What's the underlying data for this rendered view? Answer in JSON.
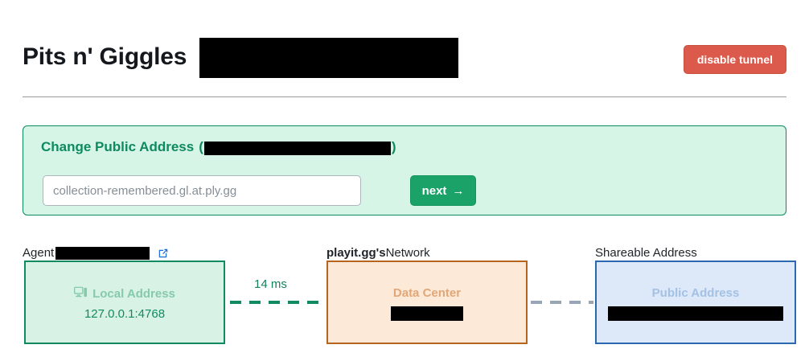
{
  "header": {
    "title": "Pits n' Giggles",
    "title_redacted": true,
    "disable_tunnel_label": "disable tunnel",
    "disable_tunnel_color": "#db5a4b"
  },
  "change_panel": {
    "heading": "Change Public Address",
    "open_paren": "(",
    "close_paren": ")",
    "address_redacted": true,
    "input_placeholder": "collection-remembered.gl.at.ply.gg",
    "input_value": "",
    "next_label": "next",
    "next_arrow": "→",
    "accent_color": "#0f8a5f",
    "background_color": "#d6f5e6"
  },
  "diagram": {
    "nodes": [
      {
        "label": "Agent",
        "label_redacted": true,
        "has_external_link": true,
        "external_link_icon": "external-link-icon",
        "title": "Local Address",
        "title_icon": "desktop-computer-icon",
        "value": "127.0.0.1:4768",
        "value_redacted": false,
        "border_color": "#108a5f",
        "background_color": "#d8f3e5"
      },
      {
        "label_bold": "playit.gg's",
        "label": " Network",
        "label_redacted": false,
        "has_external_link": false,
        "title": "Data Center",
        "title_icon": null,
        "value": "",
        "value_redacted": true,
        "border_color": "#b5651d",
        "background_color": "#fce9d7"
      },
      {
        "label": "Shareable Address",
        "label_redacted": false,
        "has_external_link": false,
        "title": "Public Address",
        "title_icon": null,
        "value": "",
        "value_redacted": true,
        "border_color": "#2a69b0",
        "background_color": "#dde9f9"
      }
    ],
    "links": [
      {
        "latency": "14 ms",
        "color": "#108a5f",
        "style": "dashed"
      },
      {
        "latency": "",
        "color": "#98a5b5",
        "style": "dashed"
      }
    ]
  }
}
